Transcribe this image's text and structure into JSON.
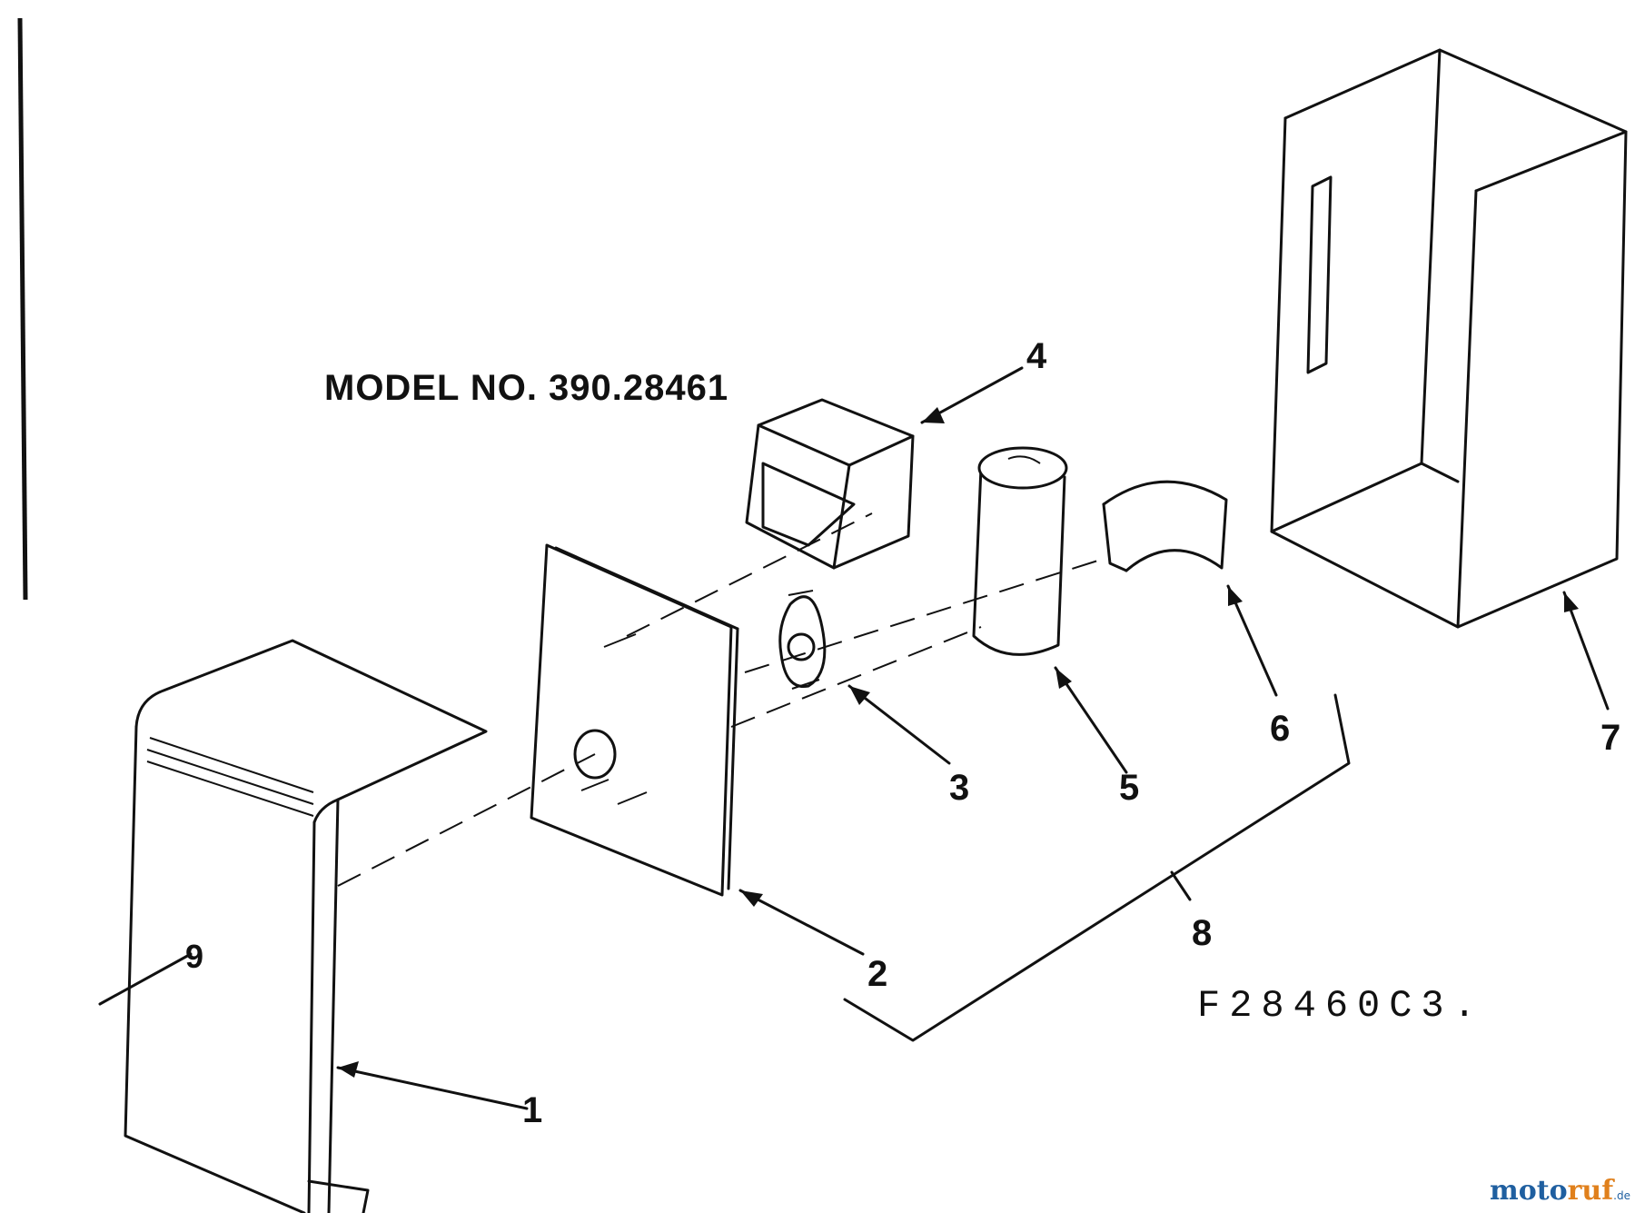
{
  "model_label": "MODEL NO. 390.28461",
  "figure_code": "F28460C3.",
  "part_callouts": [
    "1",
    "2",
    "3",
    "4",
    "5",
    "6",
    "7",
    "8",
    "9"
  ],
  "watermark": {
    "brand": "motoruf",
    "brand_a": "moto",
    "brand_b": "ruf",
    "tld": ".de"
  }
}
